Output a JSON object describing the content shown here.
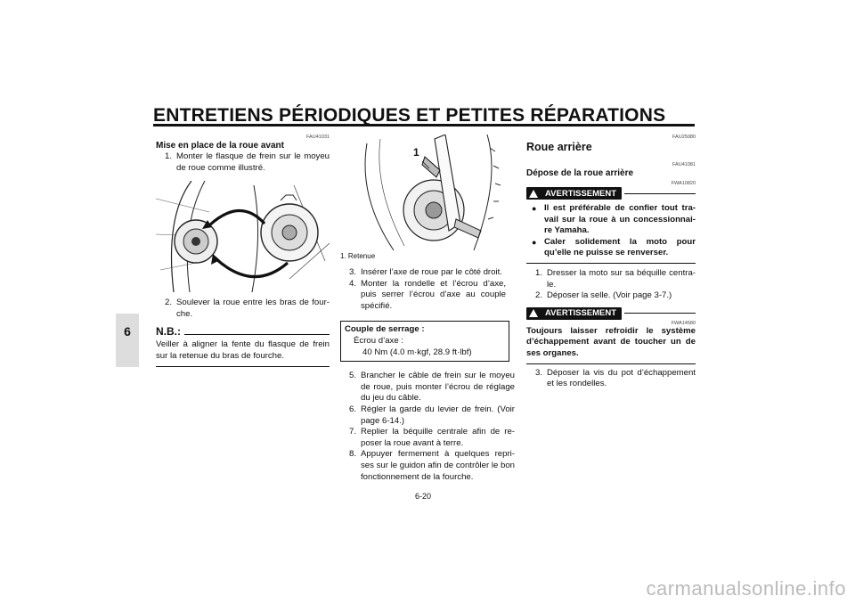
{
  "header": {
    "title": "ENTRETIENS PÉRIODIQUES ET PETITES RÉPARATIONS"
  },
  "chapter_tab": "6",
  "col1": {
    "code1": "FAU41031",
    "subhead": "Mise en place de la roue avant",
    "steps": [
      {
        "n": "1.",
        "t": "Monter le flasque de frein sur le moyeu de roue comme illustré."
      },
      {
        "n": "2.",
        "t": "Soulever la roue entre les bras de four-che."
      }
    ],
    "nb_label": "N.B.:",
    "nb_text": "Veiller à aligner la fente du flasque de frein sur la retenue du bras de fourche."
  },
  "col2": {
    "figure_label": "1",
    "caption": "1. Retenue",
    "steps_a": [
      {
        "n": "3.",
        "t": "Insérer l’axe de roue par le côté droit."
      },
      {
        "n": "4.",
        "t": "Monter la rondelle et l’écrou d’axe, puis serrer l’écrou d’axe au couple spécifié."
      }
    ],
    "torque": {
      "title": "Couple de serrage :",
      "item": "Écrou d’axe :",
      "value": "40 Nm (4.0 m·kgf, 28.9 ft·lbf)"
    },
    "steps_b": [
      {
        "n": "5.",
        "t": "Brancher le câble de frein sur le moyeu de roue, puis monter l’écrou de réglage du jeu du câble."
      },
      {
        "n": "6.",
        "t": "Régler la garde du levier de frein. (Voir page 6-14.)"
      },
      {
        "n": "7.",
        "t": "Replier la béquille centrale afin de re-poser la roue avant à terre."
      },
      {
        "n": "8.",
        "t": "Appuyer fermement à quelques repri-ses sur le guidon afin de contrôler le bon fonctionnement de la fourche."
      }
    ]
  },
  "col3": {
    "code1": "FAU25080",
    "section_title": "Roue arrière",
    "code2": "FAU41081",
    "subhead": "Dépose de la roue arrière",
    "code3": "FWA10820",
    "warning_label": "AVERTISSEMENT",
    "warning_bullets": [
      "Il est préférable de confier tout tra-vail sur la roue à un concessionnai-re Yamaha.",
      "Caler solidement la moto pour qu’elle ne puisse se renverser."
    ],
    "steps_a": [
      {
        "n": "1.",
        "t": "Dresser la moto sur sa béquille centra-le."
      },
      {
        "n": "2.",
        "t": "Déposer la selle. (Voir page 3-7.)"
      }
    ],
    "code4": "FWA14580",
    "warning2_text": "Toujours laisser refroidir le système d’échappement avant de toucher un de ses organes.",
    "steps_b": [
      {
        "n": "3.",
        "t": "Déposer la vis du pot d’échappement et les rondelles."
      }
    ]
  },
  "page_number": "6-20",
  "watermark": "carmanualsonline.info"
}
